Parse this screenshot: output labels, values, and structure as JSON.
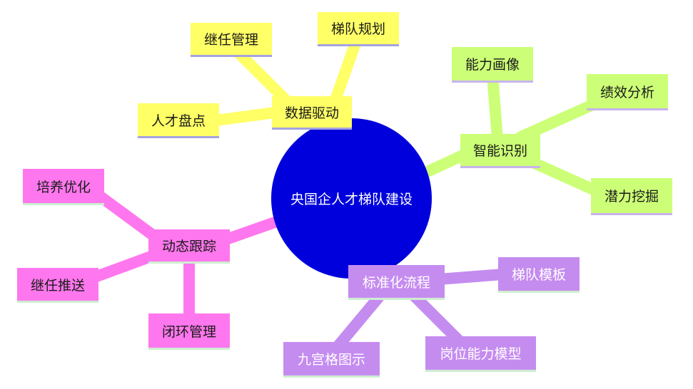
{
  "diagram": {
    "center": {
      "label": "央国企人才梯队建设",
      "color": "#0000dd"
    },
    "branches": [
      {
        "label": "数据驱动",
        "color": "#ffff66",
        "children": [
          "继任管理",
          "梯队规划",
          "人才盘点"
        ]
      },
      {
        "label": "智能识别",
        "color": "#ccff77",
        "children": [
          "能力画像",
          "绩效分析",
          "潜力挖掘"
        ]
      },
      {
        "label": "标准化流程",
        "color": "#c58cf0",
        "children": [
          "梯队模板",
          "岗位能力模型",
          "九宫格图示"
        ]
      },
      {
        "label": "动态跟踪",
        "color": "#ff77ee",
        "children": [
          "培养优化",
          "继任推送",
          "闭环管理"
        ]
      }
    ]
  }
}
